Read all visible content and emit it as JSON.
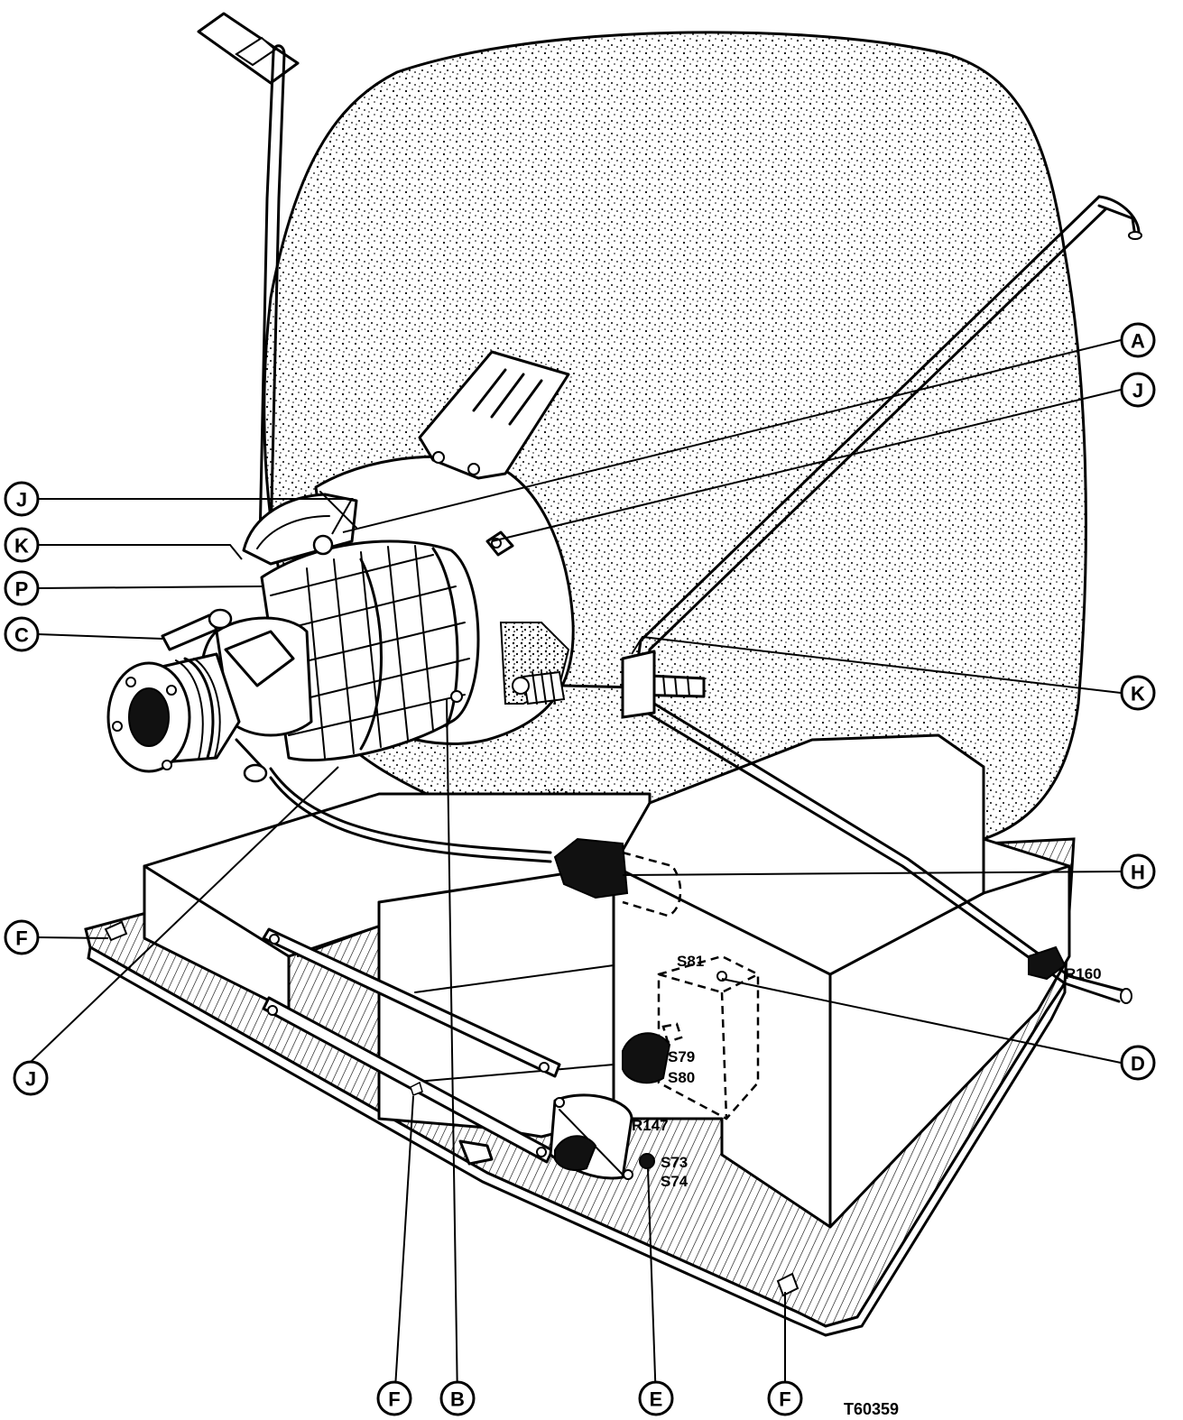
{
  "callouts": {
    "A": "A",
    "J_top_right": "J",
    "J_left": "J",
    "K_left": "K",
    "P": "P",
    "C": "C",
    "K_right": "K",
    "H": "H",
    "F_left": "F",
    "D": "D",
    "J_bottom": "J",
    "F_bottom_1": "F",
    "B": "B",
    "E": "E",
    "F_bottom_2": "F"
  },
  "component_refs": {
    "R160": "R160",
    "S81": "S81",
    "S79": "S79",
    "S80": "S80",
    "R147": "R147",
    "S73": "S73",
    "S74": "S74"
  },
  "figure_number": "T60359",
  "colors": {
    "ink": "#000000",
    "paper": "#ffffff"
  }
}
